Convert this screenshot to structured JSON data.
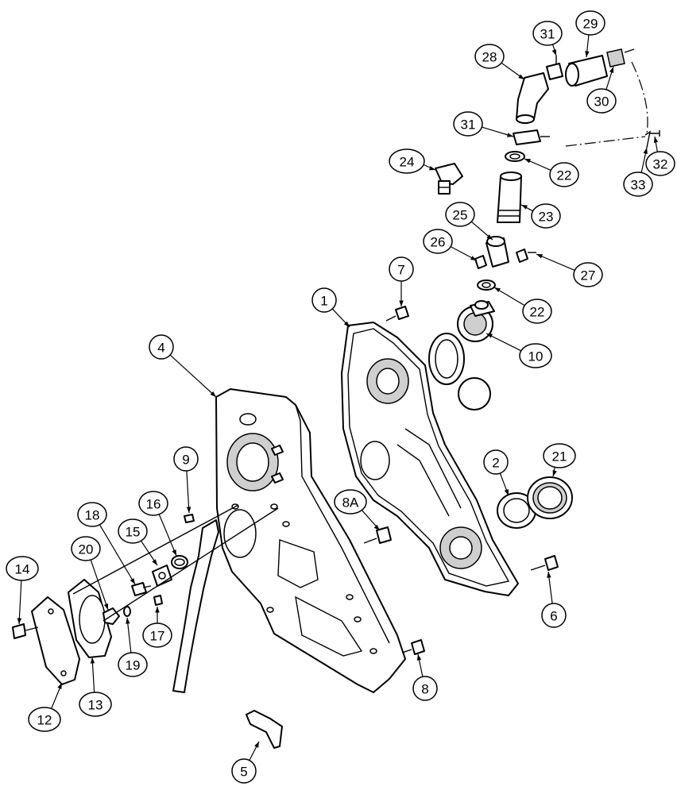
{
  "diagram": {
    "callouts": [
      {
        "id": "c1",
        "label": "1"
      },
      {
        "id": "c2",
        "label": "2"
      },
      {
        "id": "c4",
        "label": "4"
      },
      {
        "id": "c5",
        "label": "5"
      },
      {
        "id": "c6",
        "label": "6"
      },
      {
        "id": "c7",
        "label": "7"
      },
      {
        "id": "c8",
        "label": "8"
      },
      {
        "id": "c8a",
        "label": "8A"
      },
      {
        "id": "c9",
        "label": "9"
      },
      {
        "id": "c10",
        "label": "10"
      },
      {
        "id": "c12",
        "label": "12"
      },
      {
        "id": "c13",
        "label": "13"
      },
      {
        "id": "c14",
        "label": "14"
      },
      {
        "id": "c15",
        "label": "15"
      },
      {
        "id": "c16",
        "label": "16"
      },
      {
        "id": "c17",
        "label": "17"
      },
      {
        "id": "c18",
        "label": "18"
      },
      {
        "id": "c19",
        "label": "19"
      },
      {
        "id": "c20",
        "label": "20"
      },
      {
        "id": "c21",
        "label": "21"
      },
      {
        "id": "c22a",
        "label": "22"
      },
      {
        "id": "c22b",
        "label": "22"
      },
      {
        "id": "c23",
        "label": "23"
      },
      {
        "id": "c24",
        "label": "24"
      },
      {
        "id": "c25",
        "label": "25"
      },
      {
        "id": "c26",
        "label": "26"
      },
      {
        "id": "c27",
        "label": "27"
      },
      {
        "id": "c28",
        "label": "28"
      },
      {
        "id": "c29",
        "label": "29"
      },
      {
        "id": "c30",
        "label": "30"
      },
      {
        "id": "c31a",
        "label": "31"
      },
      {
        "id": "c31b",
        "label": "31"
      },
      {
        "id": "c32",
        "label": "32"
      },
      {
        "id": "c33",
        "label": "33"
      }
    ]
  }
}
